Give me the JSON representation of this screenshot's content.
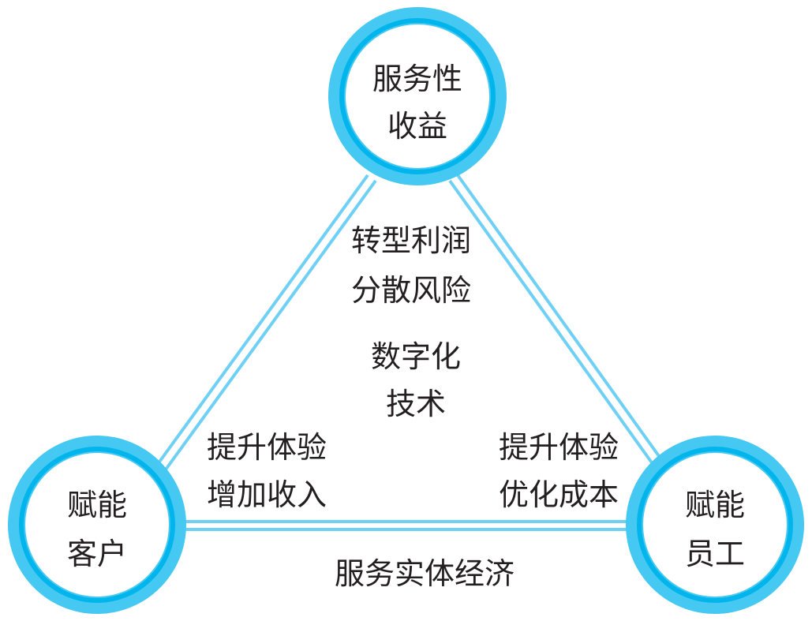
{
  "nodes": {
    "top": {
      "line1": "服务性",
      "line2": "收益"
    },
    "left": {
      "line1": "赋能",
      "line2": "客户"
    },
    "right": {
      "line1": "赋能",
      "line2": "员工"
    }
  },
  "center": {
    "line1": "转型利润",
    "line2": "分散风险",
    "core1": "数字化",
    "core2": "技术"
  },
  "edges": {
    "left": {
      "line1": "提升体验",
      "line2": "增加收入"
    },
    "right": {
      "line1": "提升体验",
      "line2": "优化成本"
    },
    "bottom": "服务实体经济"
  },
  "colors": {
    "ring_outer": "#45c8f2",
    "ring_inner": "#00b4ec",
    "connector": "#6fd0f5"
  }
}
